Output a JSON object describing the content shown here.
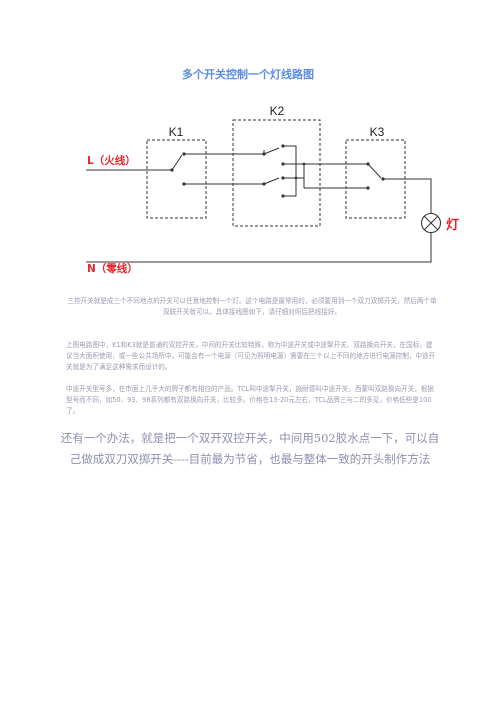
{
  "document": {
    "title": "多个开关控制一个灯线路图",
    "paragraphs": [
      "三控开关就是成三个不同地点的开关可以任意地控制一个灯。这个电路是最常用的，必须要用到一个双刀双掷开关，然后两个单双联开关就可以。具体接线图如下，请仔细对照后把线接好。",
      "上图电路图中，K1和K3就是普通的双控开关，中间的开关比较特殊，称为中途开关或中途掣开关、双路换向开关，在国标，建议当大面积使用，或一些公共场所中，可能会有一个电源（可见为照明电源）需要在三个以上不同的地方进行电源控制，中途开关就是为了满足这种需求而设计的。",
      "中途开关型号多，在市面上几乎大的牌子都有相应的产品。TCL叫中途掣开关，施耐德叫中途开关，西蒙叫双路换向开关，根据型号而不同，如50、93、98系列都有双路换向开关，比较多。价格在13-20元左右，TCL品牌三与二的多见，价格低些是100了。",
      "还有一个办法，就是把一个双开双控开关，中间用502胶水点一下，可以自己做成双刀双掷开关----目前最为节省，也最与整体一致的开头制作方法"
    ]
  },
  "diagram": {
    "k1_label": "K1",
    "k2_label": "K2",
    "k3_label": "K3",
    "live_label": "L（火线）",
    "neutral_label": "N（零线）",
    "lamp_label": "灯",
    "accent_color": "#e8262b"
  }
}
